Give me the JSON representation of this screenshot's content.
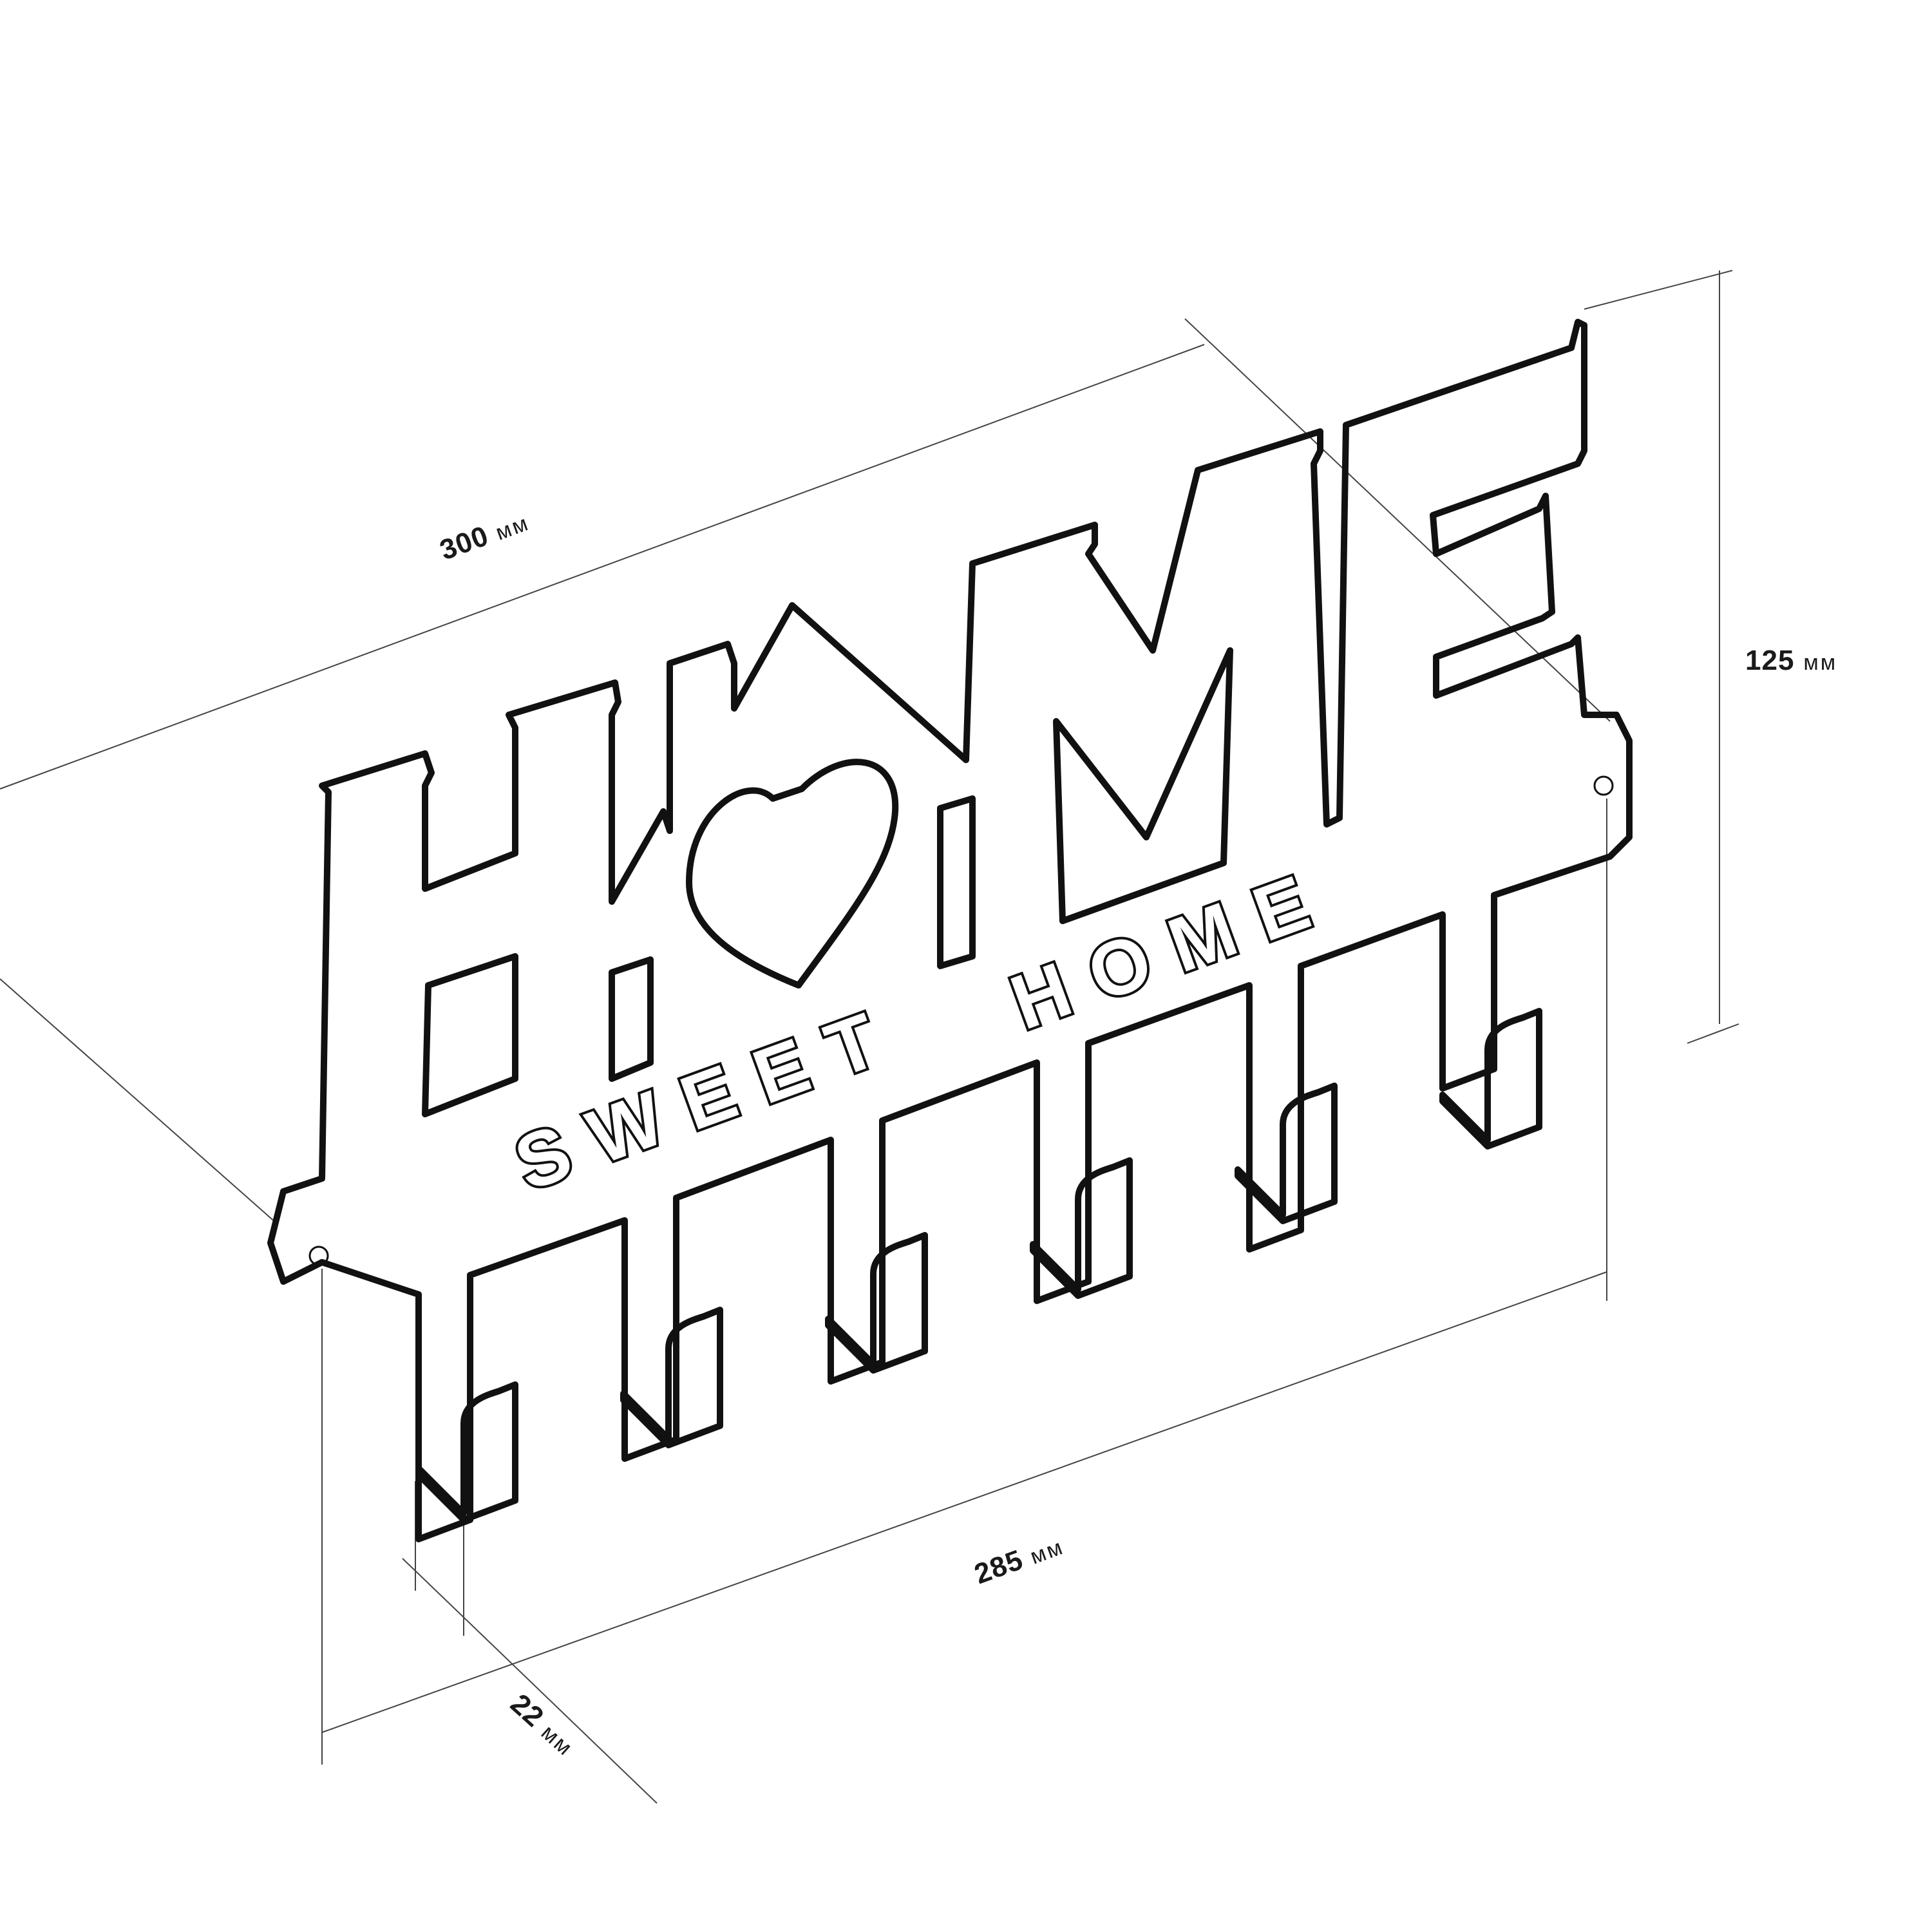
{
  "dimensions": {
    "width_total": {
      "value": "300",
      "unit": "мм"
    },
    "height": {
      "value": "125",
      "unit": "мм"
    },
    "width_hooks": {
      "value": "285",
      "unit": "мм"
    },
    "depth": {
      "value": "22",
      "unit": "мм"
    }
  },
  "rack": {
    "main_word": "HOME",
    "sub_words": [
      "SWEET",
      "HOME"
    ],
    "hook_count": 6,
    "mount_holes": 2
  }
}
